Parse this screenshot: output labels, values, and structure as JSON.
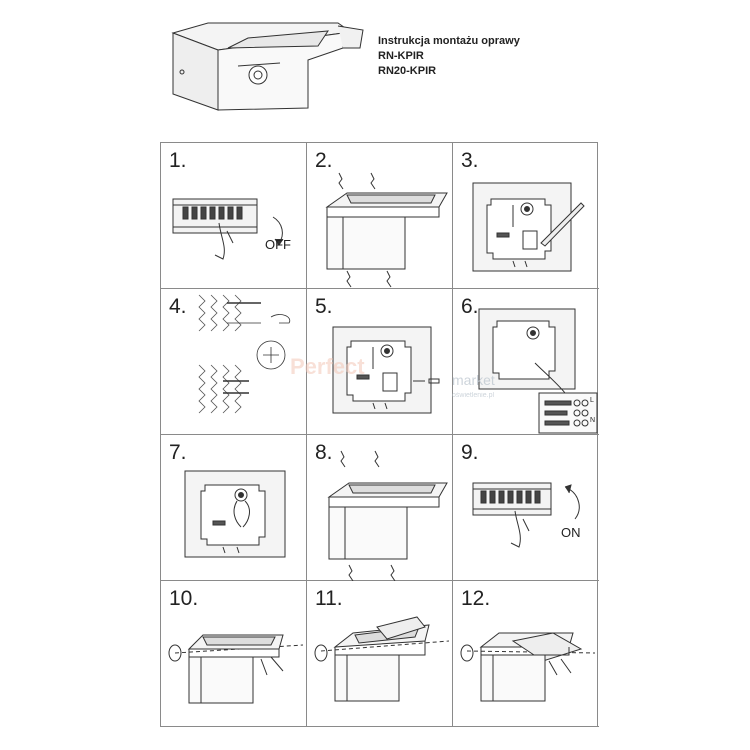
{
  "header": {
    "title": "Instrukcja montażu oprawy",
    "model_1": "RN-KPIR",
    "model_2": "RN20-KPIR"
  },
  "steps": [
    {
      "number": "1.",
      "label": "OFF"
    },
    {
      "number": "2."
    },
    {
      "number": "3."
    },
    {
      "number": "4."
    },
    {
      "number": "5."
    },
    {
      "number": "6."
    },
    {
      "number": "7."
    },
    {
      "number": "8."
    },
    {
      "number": "9.",
      "label": "ON"
    },
    {
      "number": "10."
    },
    {
      "number": "11."
    },
    {
      "number": "12."
    }
  ],
  "terminal_labels": [
    "L",
    "N"
  ],
  "watermark": {
    "brand": "Perfect",
    "sub": "market",
    "tagline": "oświetlenie.pl"
  }
}
